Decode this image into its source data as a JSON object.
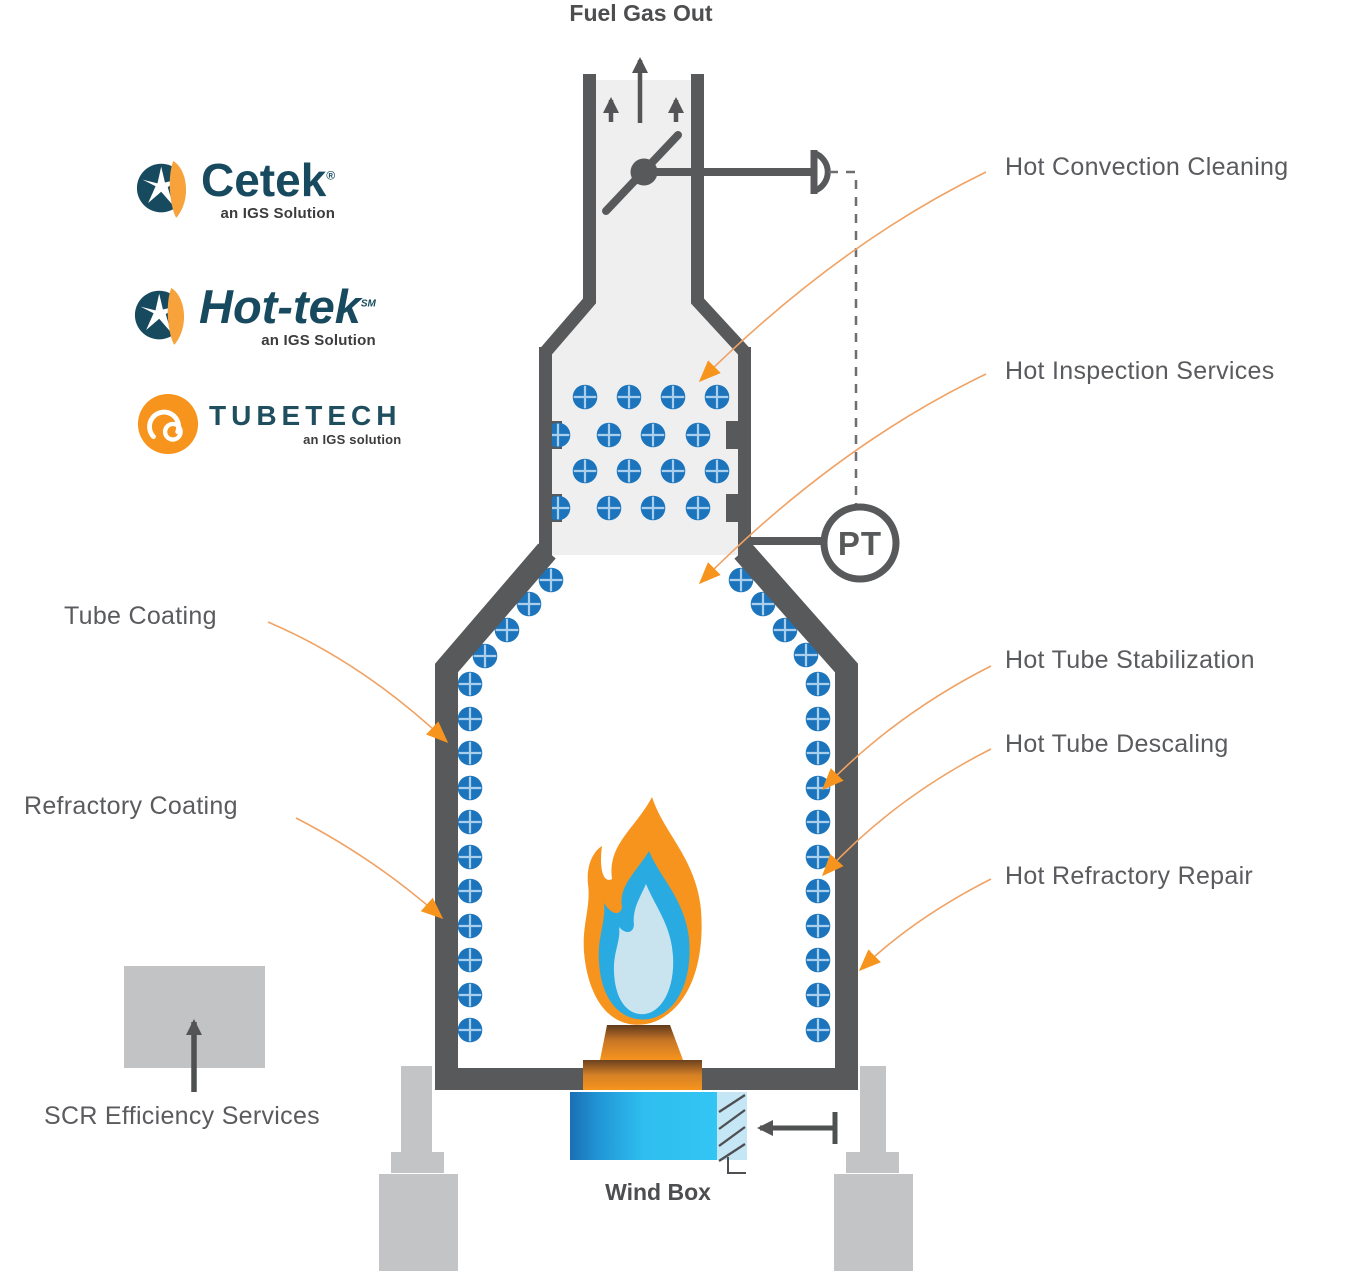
{
  "diagram": {
    "top_label": "Fuel Gas Out",
    "bottom_label": "Wind Box",
    "instrument_label": "PT"
  },
  "logos": {
    "cetek": {
      "name": "Cetek",
      "mark": "®",
      "tagline": "an IGS Solution"
    },
    "hottek": {
      "name": "Hot-tek",
      "mark": "SM",
      "tagline": "an IGS Solution"
    },
    "tubetech": {
      "name": "TUBETECH",
      "tagline": "an IGS solution"
    }
  },
  "callouts": {
    "hot_convection_cleaning": "Hot Convection Cleaning",
    "hot_inspection_services": "Hot Inspection Services",
    "hot_tube_stabilization": "Hot Tube Stabilization",
    "hot_tube_descaling": "Hot Tube Descaling",
    "hot_refractory_repair": "Hot Refractory Repair",
    "tube_coating": "Tube Coating",
    "refractory_coating": "Refractory Coating",
    "scr_efficiency_services": "SCR Efficiency Services"
  },
  "colors": {
    "structure_gray": "#58595B",
    "interior_gray": "#EFEFF0",
    "tube_blue": "#1C75BC",
    "tube_cross": "#A9CFEC",
    "accent_orange": "#F7941D",
    "leader_orange": "#F0A264",
    "flame_blue": "#29ABE2",
    "flame_core": "#C9E4EF",
    "windbox_cyan": "#33C5F3",
    "support_gray": "#C3C4C6",
    "label_gray": "#5A5B5E",
    "logo_teal": "#174A5E"
  }
}
